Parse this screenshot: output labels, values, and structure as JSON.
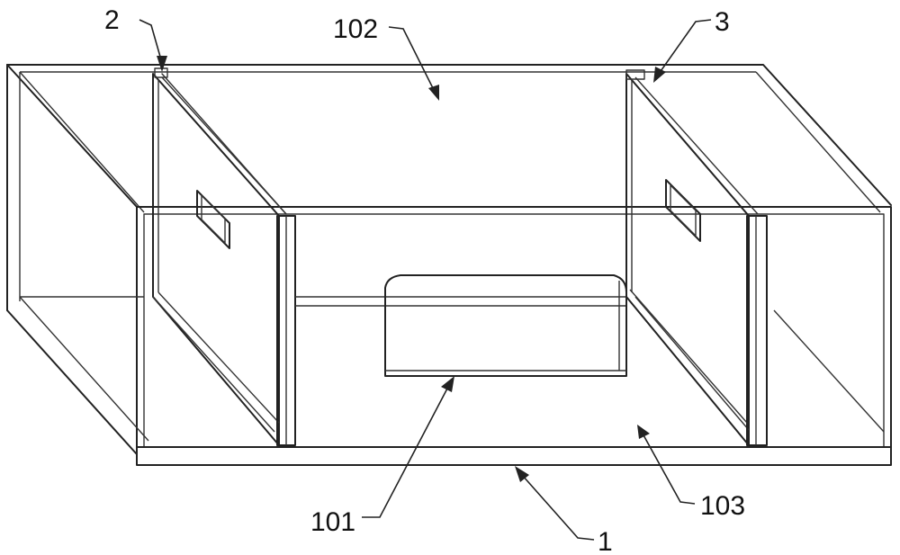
{
  "labels": {
    "l1": "1",
    "l2": "2",
    "l3": "3",
    "l101": "101",
    "l102": "102",
    "l103": "103"
  }
}
